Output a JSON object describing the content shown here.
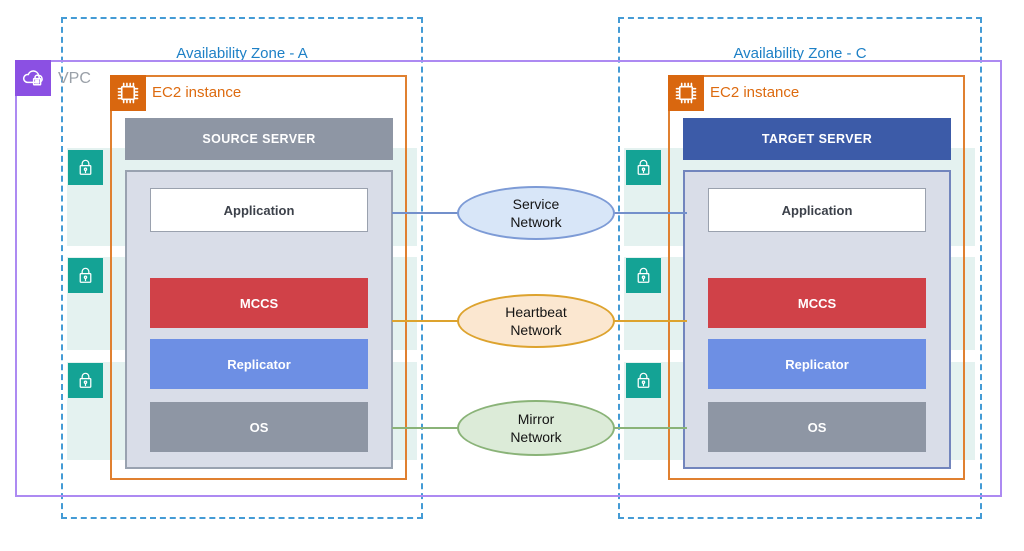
{
  "vpc": {
    "label": "VPC"
  },
  "zones": [
    {
      "title": "Availability Zone - A",
      "instance_label": "EC2 instance",
      "server_title": "SOURCE SERVER",
      "components": [
        {
          "label": "Application"
        },
        {
          "label": "MCCS"
        },
        {
          "label": "Replicator"
        },
        {
          "label": "OS"
        }
      ]
    },
    {
      "title": "Availability Zone - C",
      "instance_label": "EC2 instance",
      "server_title": "TARGET SERVER",
      "components": [
        {
          "label": "Application"
        },
        {
          "label": "MCCS"
        },
        {
          "label": "Replicator"
        },
        {
          "label": "OS"
        }
      ]
    }
  ],
  "networks": [
    {
      "name": "Service Network",
      "label": "Service\nNetwork",
      "fill": "#d8e6f8",
      "stroke": "#7d9bd6",
      "line_color": "#7390cb"
    },
    {
      "name": "Heartbeat Network",
      "label": "Heartbeat\nNetwork",
      "fill": "#fbe7d0",
      "stroke": "#dda32e",
      "line_color": "#dda32e"
    },
    {
      "name": "Mirror Network",
      "label": "Mirror\nNetwork",
      "fill": "#dcebd8",
      "stroke": "#8ab378",
      "line_color": "#8ab378"
    }
  ],
  "icons": {
    "vpc_badge": "cloud-lock-icon",
    "ec2_badge": "chip-icon",
    "security": "padlock-icon"
  },
  "colors": {
    "vpc_border": "#ad8af2",
    "vpc_badge": "#8b50e3",
    "az_border": "#449bd5",
    "az_title": "#1d80c6",
    "ec2_border": "#e08030",
    "ec2_badge": "#d9670f",
    "ec2_label": "#dd6b10",
    "source_header": "#8e96a4",
    "target_header": "#3c5ba8",
    "container_fill": "#d9dde8",
    "container_border_left": "#99a2b0",
    "container_border_right": "#7285bd",
    "mccs": "#d04148",
    "replicator": "#6d8fe4",
    "os": "#8e96a4",
    "lane_band": "#e4f2f0",
    "lock_badge": "#14a395"
  }
}
